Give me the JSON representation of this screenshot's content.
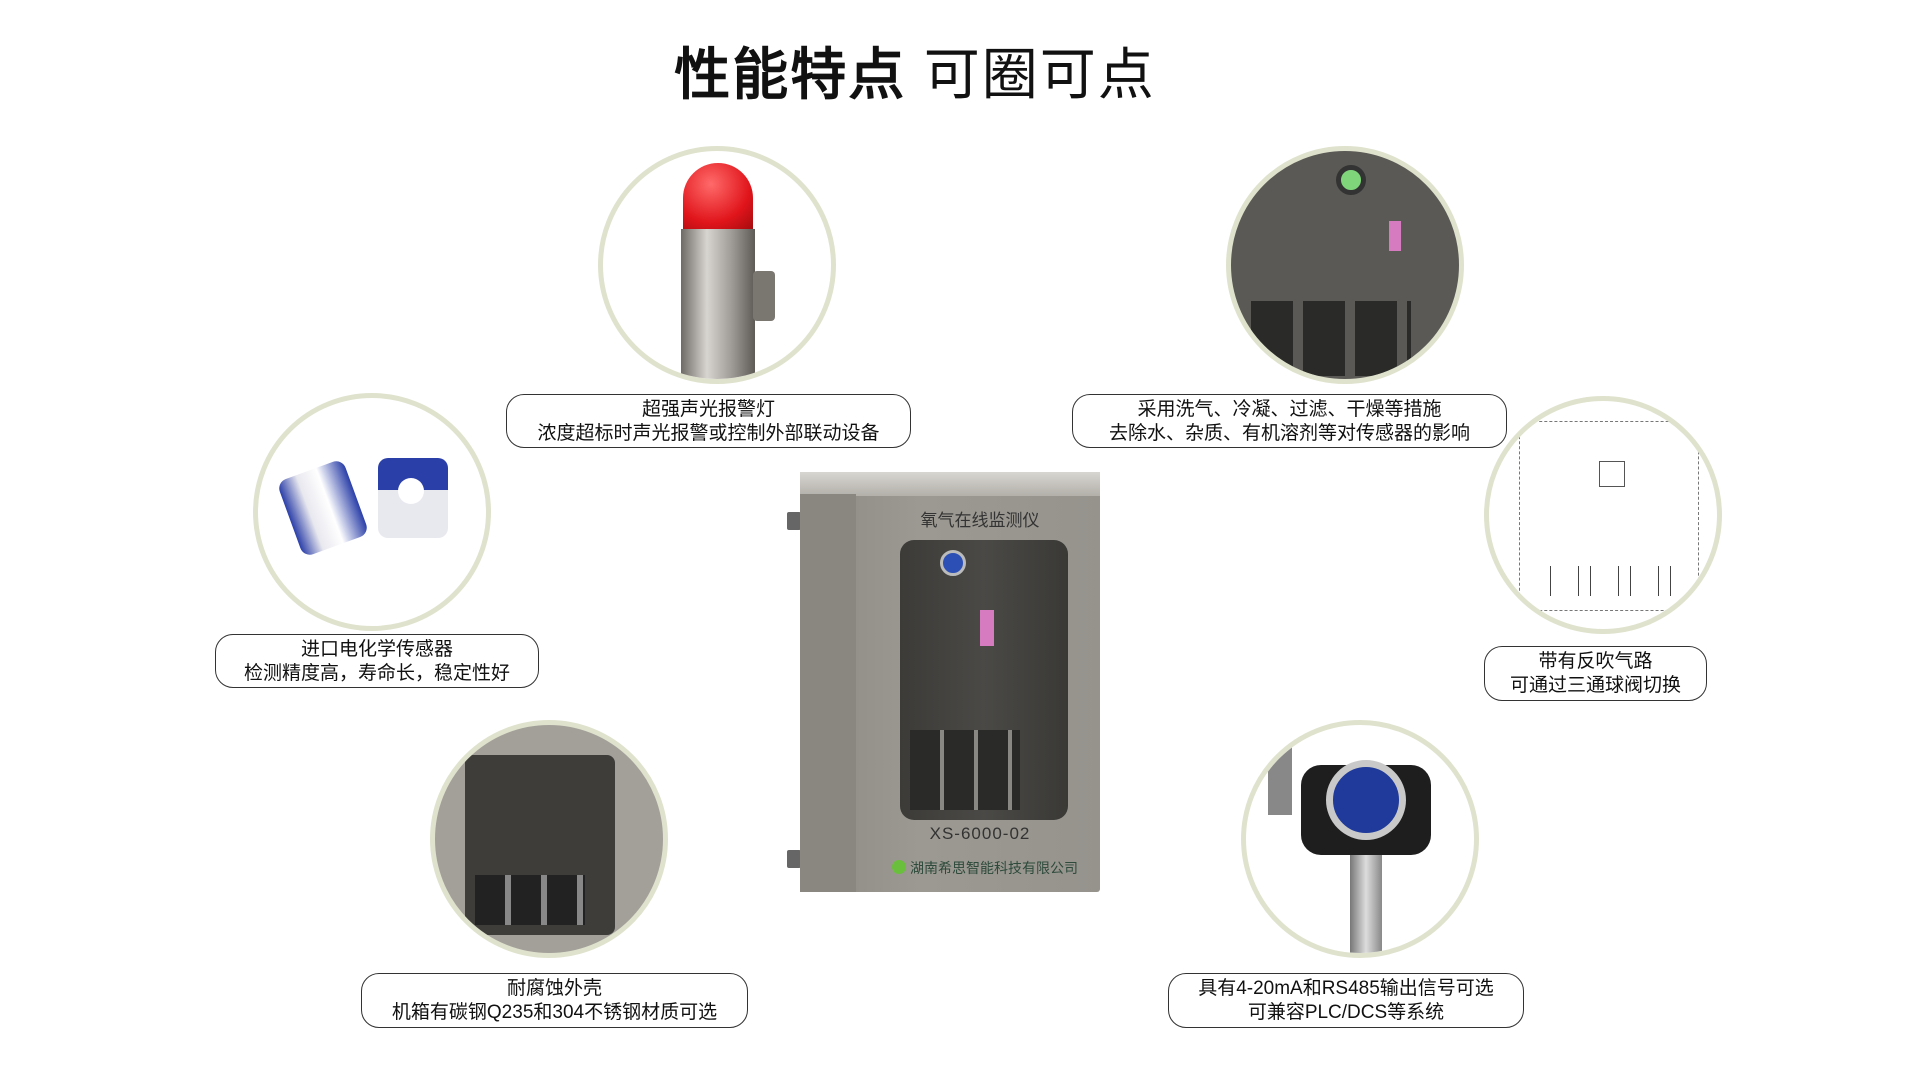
{
  "header": {
    "title_bold": "性能特点",
    "title_light": "可圈可点"
  },
  "features": [
    {
      "line1": "超强声光报警灯",
      "line2": "浓度超标时声光报警或控制外部联动设备"
    },
    {
      "line1": "采用洗气、冷凝、过滤、干燥等措施",
      "line2": "去除水、杂质、有机溶剂等对传感器的影响"
    },
    {
      "line1": "进口电化学传感器",
      "line2": "检测精度高，寿命长，稳定性好"
    },
    {
      "line1": "带有反吹气路",
      "line2": "可通过三通球阀切换"
    },
    {
      "line1": "耐腐蚀外壳",
      "line2": "机箱有碳钢Q235和304不锈钢材质可选"
    },
    {
      "line1": "具有4-20mA和RS485输出信号可选",
      "line2": "可兼容PLC/DCS等系统"
    }
  ],
  "product": {
    "name": "氧气在线监测仪",
    "model": "XS-6000-02",
    "company": "湖南希思智能科技有限公司"
  },
  "colors": {
    "circle_border": "#dfe2cc",
    "alarm_red": "#e0151b",
    "filter_pink": "#d67bc0"
  }
}
